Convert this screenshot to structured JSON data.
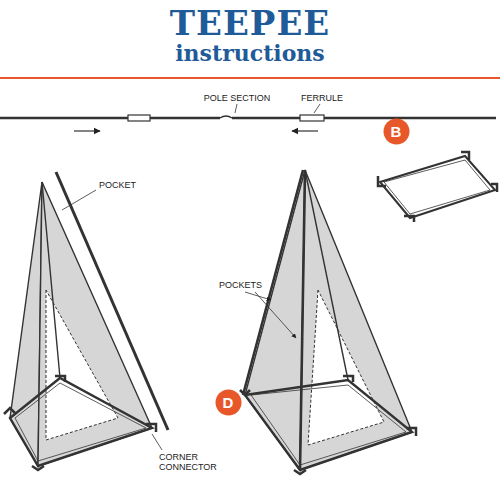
{
  "diagram": {
    "title": "TEEPEE instructions",
    "nodes": [
      {
        "text": [
          "B"
        ]
      },
      {
        "text": [
          "D"
        ]
      }
    ],
    "labels": [
      "POLE SECTION",
      "FERRULE",
      "POCKET",
      "CORNER CONNECTOR",
      "POCKETS"
    ]
  }
}
